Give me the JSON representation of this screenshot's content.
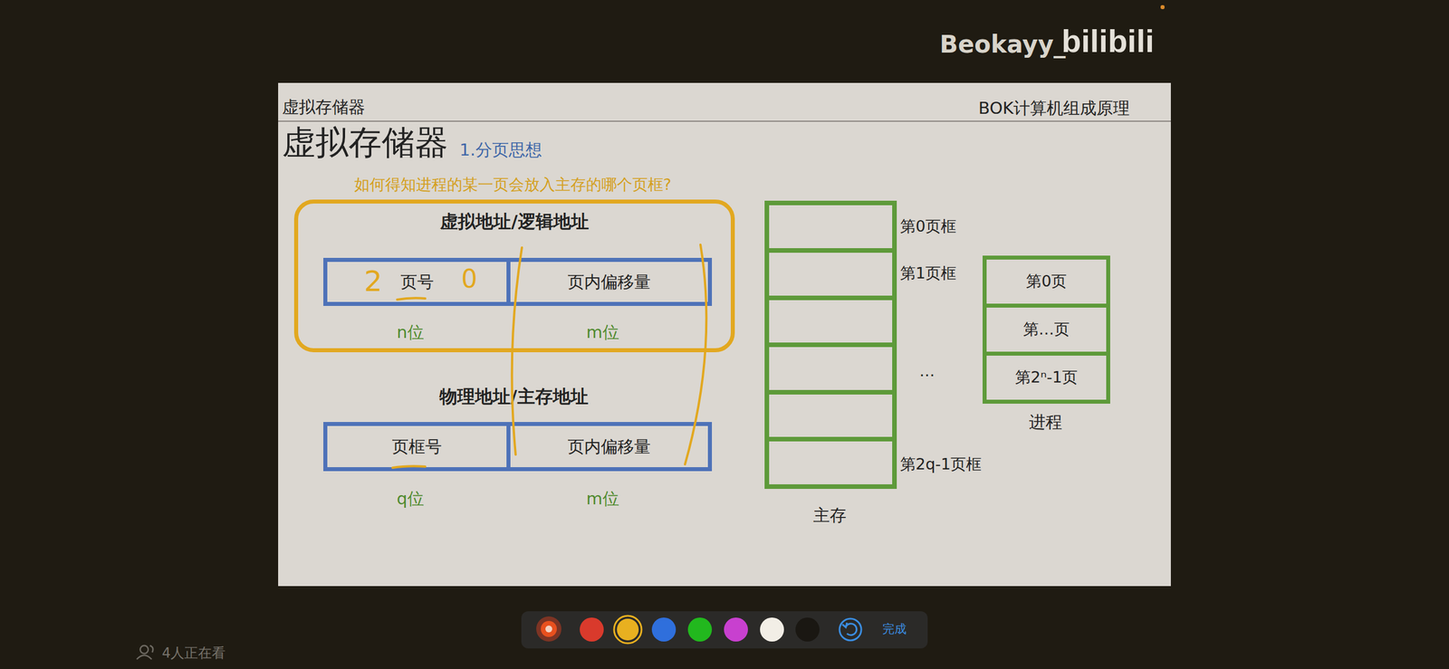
{
  "diagram": {
    "title": "虚拟存储器",
    "nodes": [
      {
        "text": [
          "虚拟地址/逻辑地址"
        ]
      },
      {
        "text": [
          "页号"
        ],
        "in": 0
      },
      {
        "text": [
          "页内偏移量"
        ],
        "in": 0
      },
      {
        "text": [
          "页框号"
        ]
      },
      {
        "text": [
          "页内偏移量"
        ]
      },
      {
        "text": [
          "第0页"
        ]
      },
      {
        "text": [
          "第…页"
        ]
      },
      {
        "text": [
          "第2ⁿ-1页"
        ]
      }
    ],
    "labels": [
      "Beokayy_",
      "bilibili",
      "虚拟存储器",
      "BOK计算机组成原理",
      "1.分页思想",
      "如何得知进程的某一页会放入主存的哪个页框?",
      "2",
      "0",
      "n位",
      "m位",
      "物理地址/主存地址",
      "q位",
      "m位",
      "第0页框",
      "第1页框",
      "…",
      "第2q-1页框",
      "主存",
      "进程",
      "完成",
      "4人正在看"
    ]
  }
}
